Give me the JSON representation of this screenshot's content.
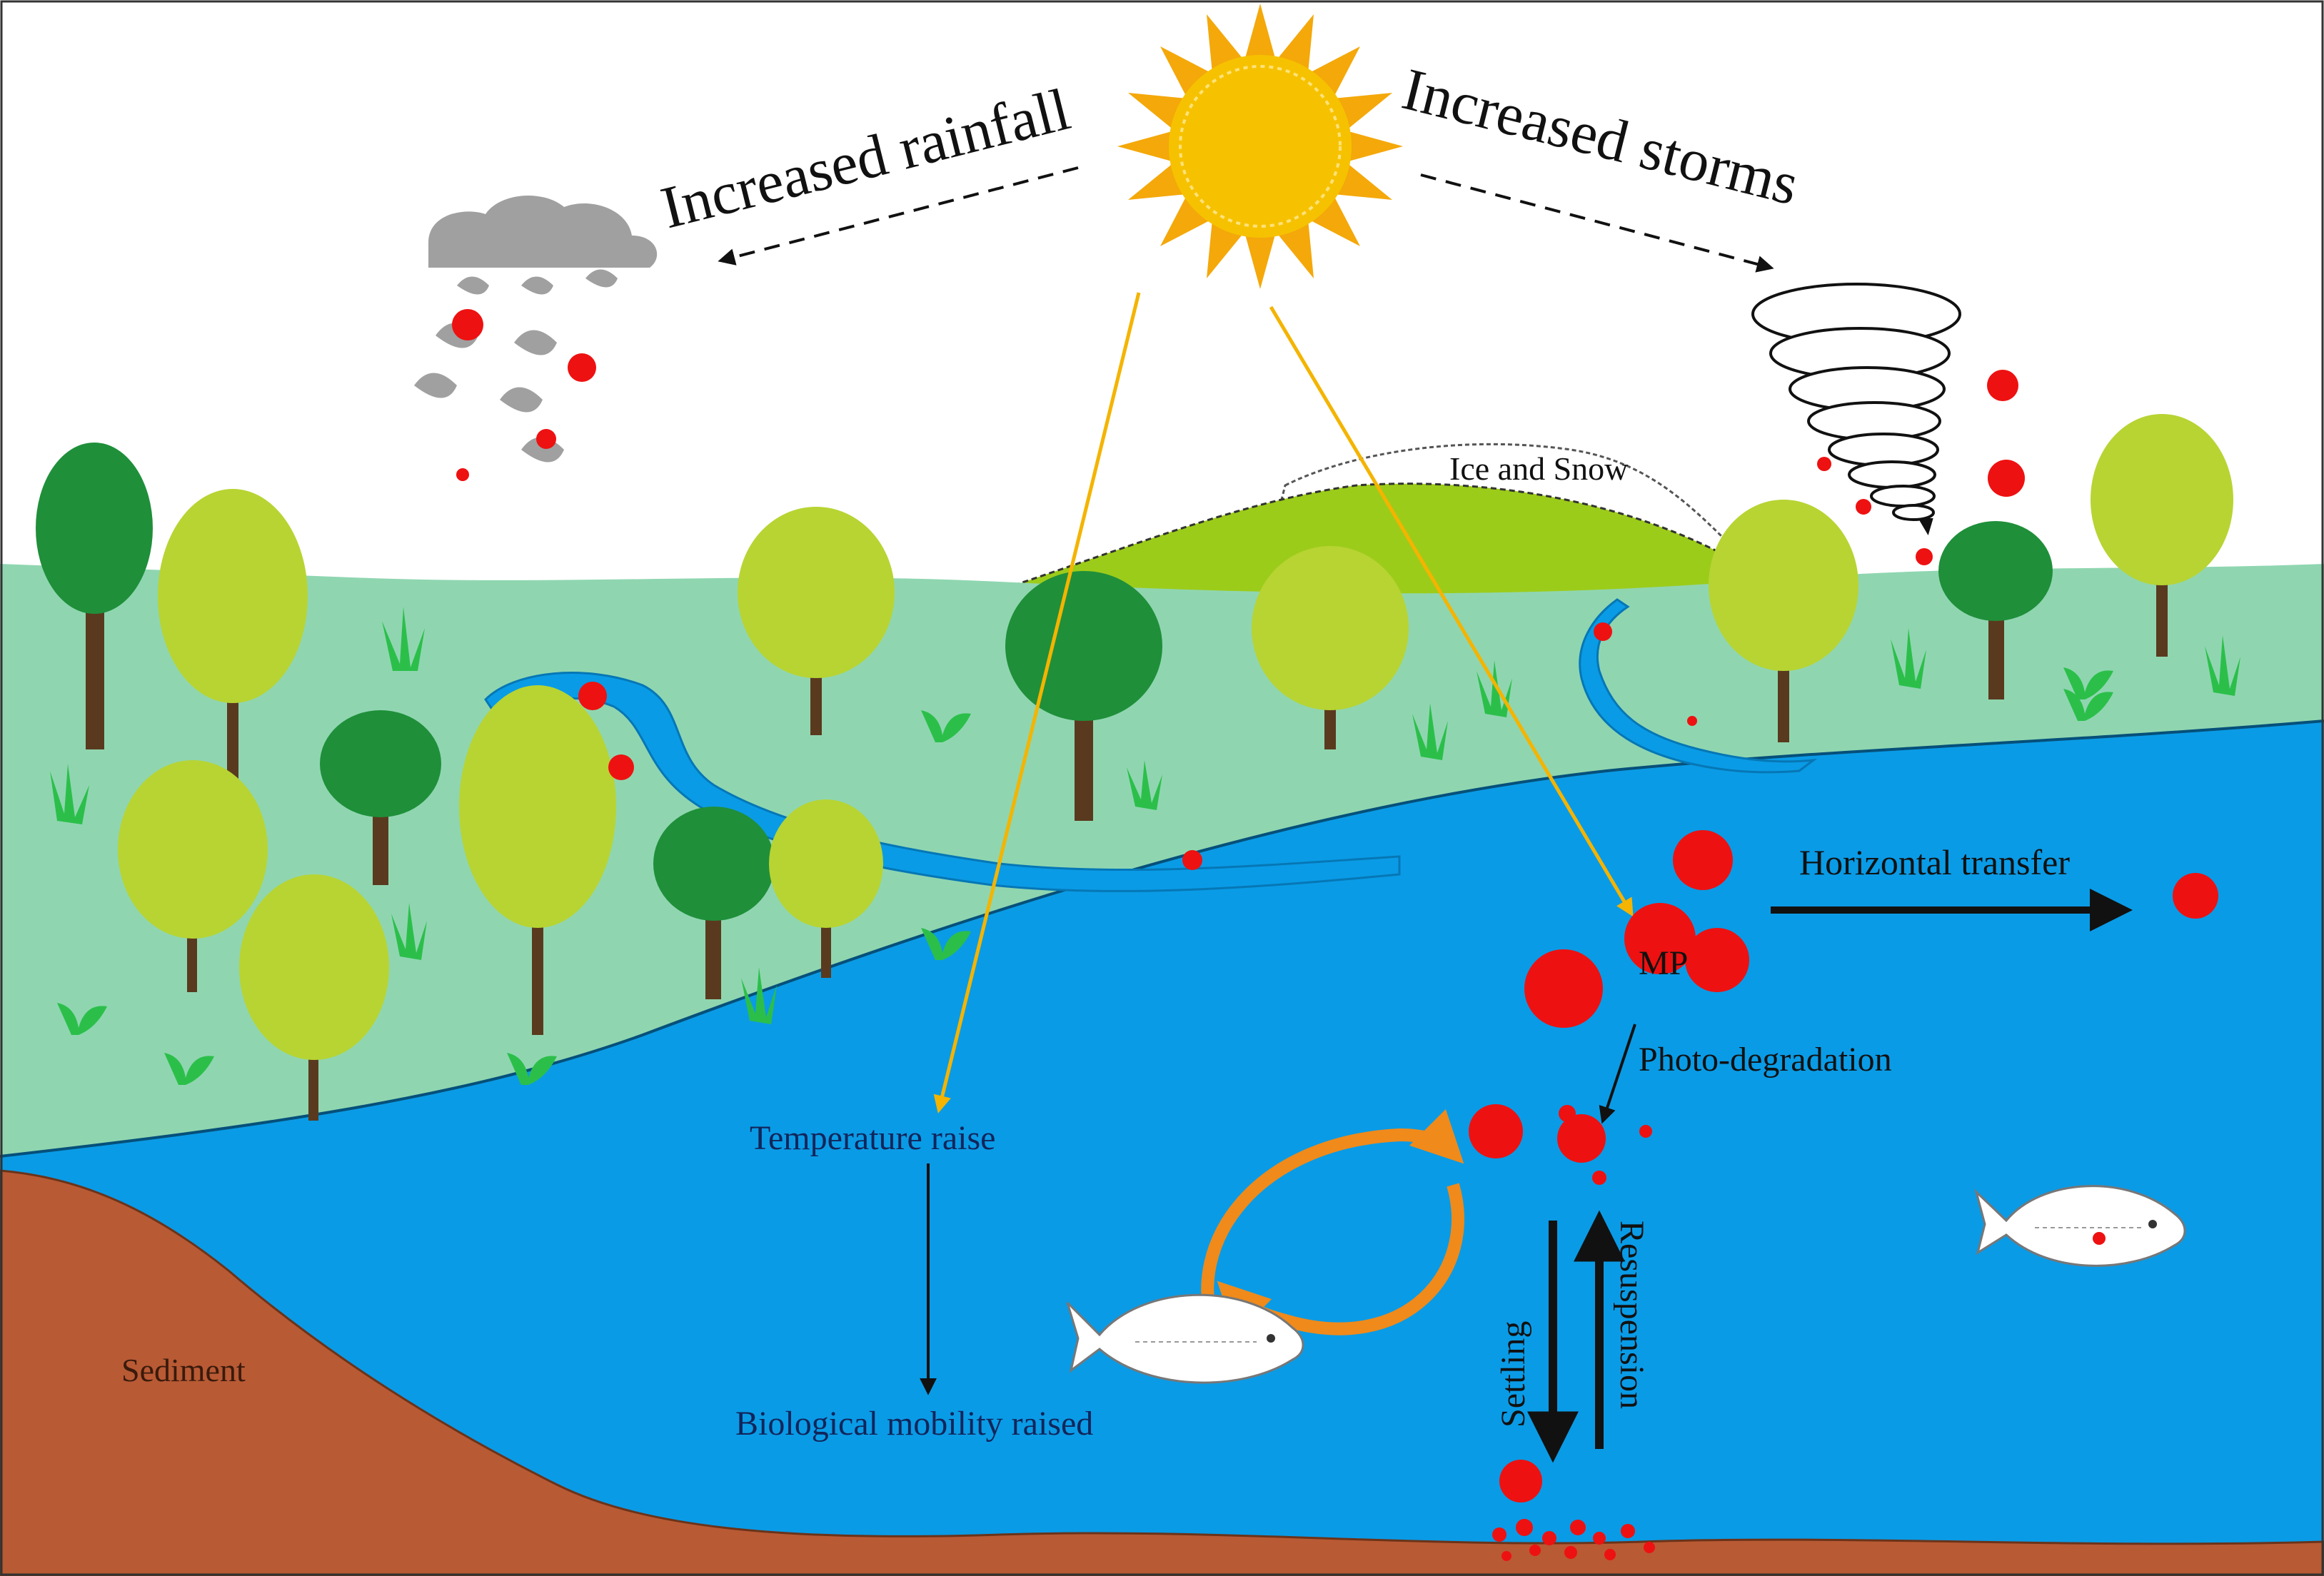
{
  "labels": {
    "increased_rainfall": "Increased rainfall",
    "increased_storms": "Increased storms",
    "ice_and_snow": "Ice and Snow",
    "horizontal_transfer": "Horizontal transfer",
    "mp": "MP",
    "photo_degradation": "Photo-degradation",
    "temperature_raise": "Temperature raise",
    "biological_mobility_raised": "Biological mobility raised",
    "sediment": "Sediment",
    "settling": "Settling",
    "resuspension": "Resuspension"
  },
  "colors": {
    "sky": "#ffffff",
    "land": "#8fd6b0",
    "hill": "#9ccc1a",
    "water": "#0a9be6",
    "sediment": "#b85a34",
    "sun": "#f6c200",
    "sun_ray": "#f4a80a",
    "microplastic": "#ee1111",
    "cloud": "#a0a0a0",
    "cycle_arrow": "#f08a1a",
    "tree_dark": "#1f8f3a",
    "tree_light": "#b7d433",
    "trunk": "#5a3a1e"
  },
  "icons": [
    "sun-icon",
    "cloud-icon",
    "tornado-icon",
    "fish-icon",
    "tree-icon",
    "plant-icon",
    "microplastic-icon"
  ]
}
